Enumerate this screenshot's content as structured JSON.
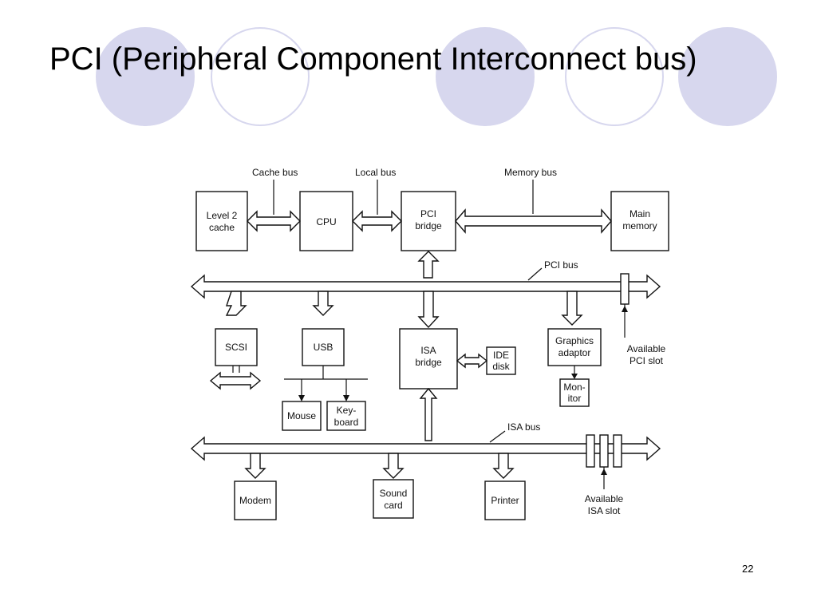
{
  "slide": {
    "title": "PCI (Peripheral Component Interconnect bus)",
    "page_number": "22"
  },
  "diagram": {
    "labels": {
      "cache_bus": "Cache bus",
      "local_bus": "Local bus",
      "memory_bus": "Memory bus",
      "pci_bus": "PCI bus",
      "isa_bus": "ISA bus",
      "available_pci_slot": [
        "Available",
        "PCI slot"
      ],
      "available_isa_slot": [
        "Available",
        "ISA slot"
      ]
    },
    "boxes": {
      "level2_cache": [
        "Level 2",
        "cache"
      ],
      "cpu": [
        "CPU"
      ],
      "pci_bridge": [
        "PCI",
        "bridge"
      ],
      "main_memory": [
        "Main",
        "memory"
      ],
      "scsi": [
        "SCSI"
      ],
      "usb": [
        "USB"
      ],
      "isa_bridge": [
        "ISA",
        "bridge"
      ],
      "ide_disk": [
        "IDE",
        "disk"
      ],
      "graphics_adaptor": [
        "Graphics",
        "adaptor"
      ],
      "monitor": [
        "Mon-",
        "itor"
      ],
      "mouse": [
        "Mouse"
      ],
      "keyboard": [
        "Key-",
        "board"
      ],
      "modem": [
        "Modem"
      ],
      "sound_card": [
        "Sound",
        "card"
      ],
      "printer": [
        "Printer"
      ]
    }
  }
}
